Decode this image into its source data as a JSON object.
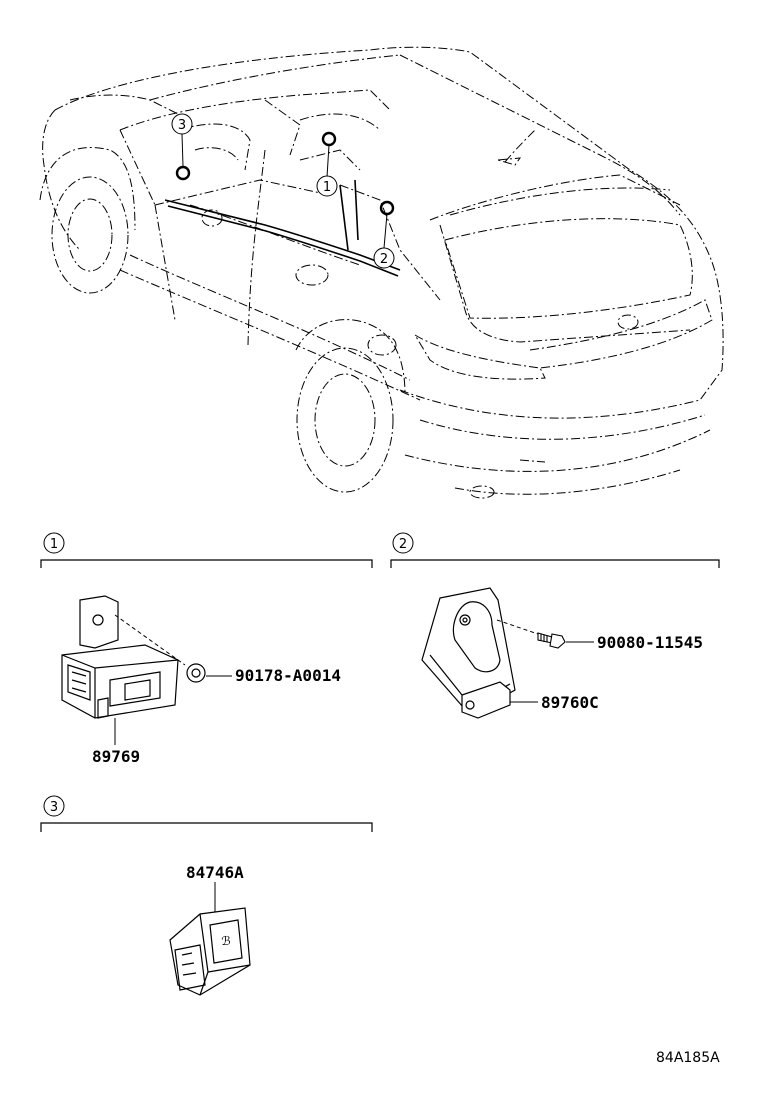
{
  "callouts": {
    "c1": "1",
    "c2": "2",
    "c3": "3"
  },
  "sections": [
    {
      "id": "1",
      "parts": [
        "89769",
        "90178-A0014"
      ]
    },
    {
      "id": "2",
      "parts": [
        "89760C",
        "90080-11545"
      ]
    },
    {
      "id": "3",
      "parts": [
        "84746A"
      ]
    }
  ],
  "icon_text": "ℬ",
  "diagram_code": "84A185A",
  "icons": [
    "car-overview-icon",
    "control-module-icon",
    "clip-nut-icon",
    "bracket-sensor-icon",
    "bolt-icon",
    "switch-icon"
  ],
  "colors": {
    "line": "#000000",
    "background": "#ffffff"
  }
}
